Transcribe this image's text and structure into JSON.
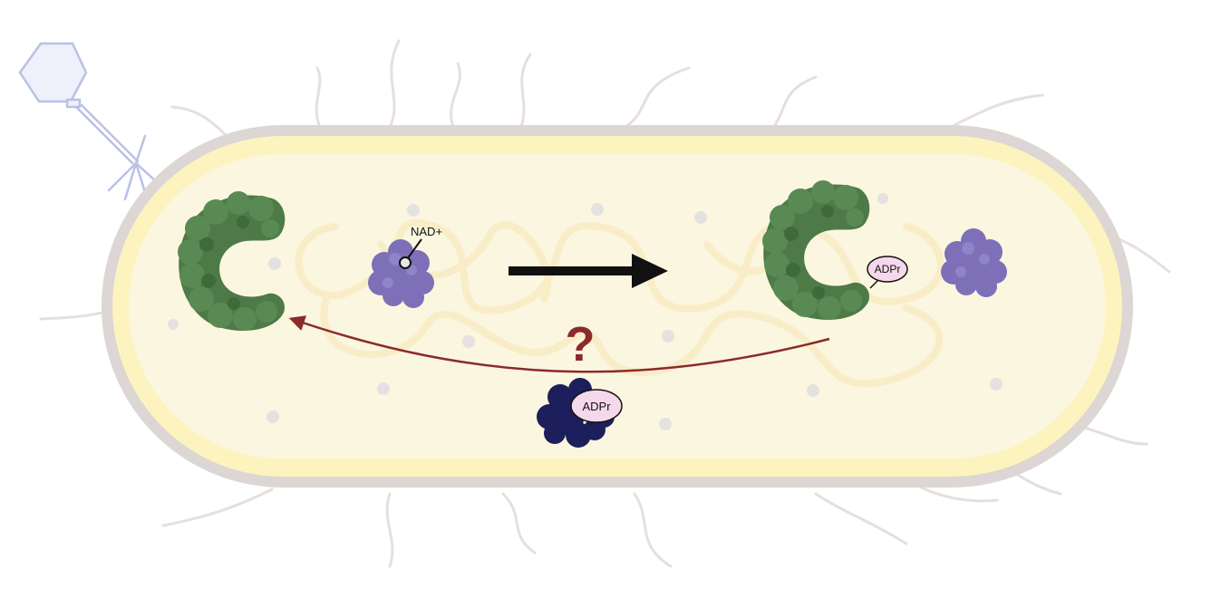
{
  "labels": {
    "nad": "NAD+",
    "adpr_bound": "ADPr",
    "adpr_enzyme": "ADPr",
    "question": "?"
  },
  "icons": {
    "phage": "bacteriophage-icon",
    "cell": "bacterial-cell-icon",
    "green_protein": "green-c-shaped-protein-icon",
    "purple_protein": "purple-enzyme-icon",
    "navy_protein": "navy-hydrolase-icon"
  },
  "colors": {
    "cell_fill": "#fbf6df",
    "cell_membrane": "#fdf3bf",
    "cell_wall": "#ddd8d6",
    "green_protein": "#4e7a48",
    "purple_protein": "#7d70b8",
    "navy_protein": "#1d1e5c",
    "adpr_badge": "#f6d8ec",
    "reaction_arrow": "#111111",
    "return_arrow": "#8b2a2a",
    "question_mark": "#8b2a2a"
  }
}
